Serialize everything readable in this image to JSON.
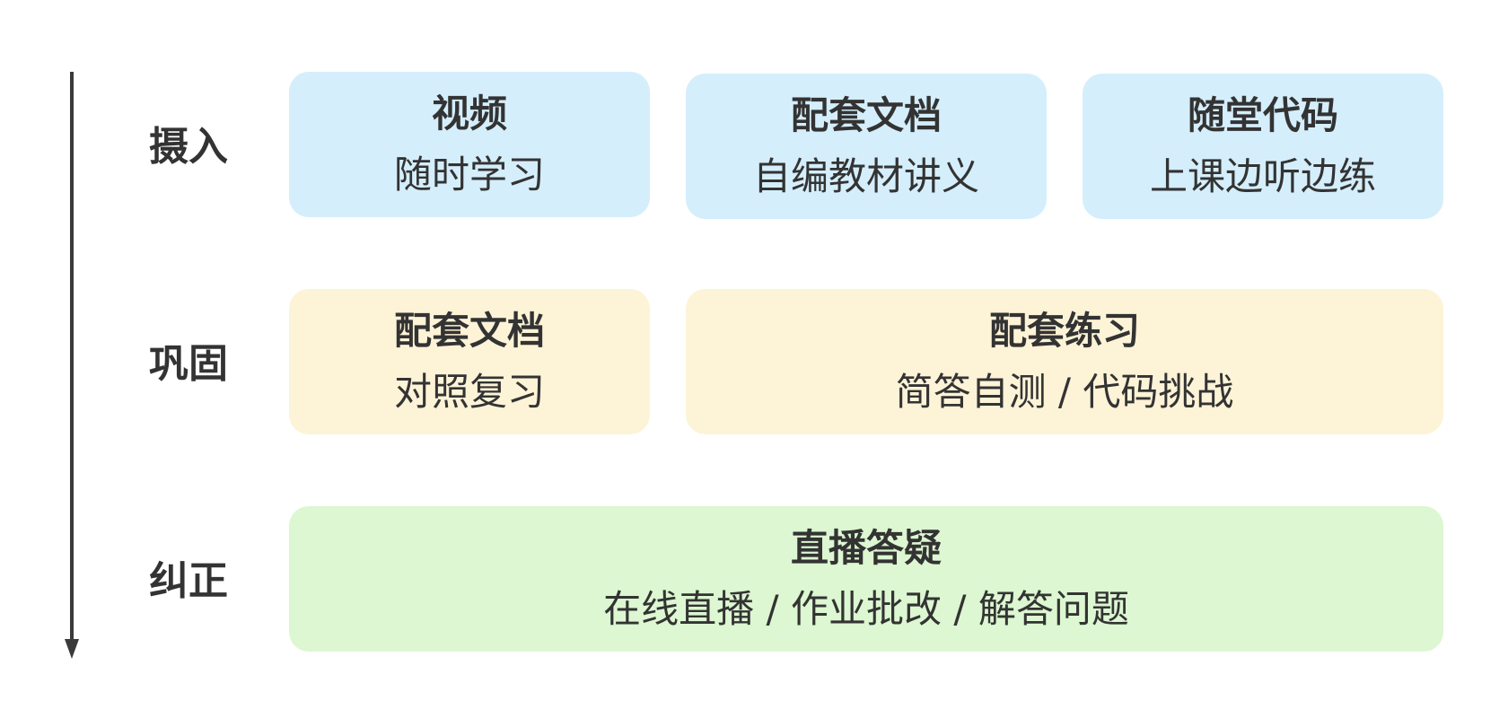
{
  "stages": [
    {
      "label": "摄入",
      "color": "#d5eefc",
      "cards": [
        {
          "title": "视频",
          "desc": "随时学习"
        },
        {
          "title": "配套文档",
          "desc": "自编教材讲义"
        },
        {
          "title": "随堂代码",
          "desc": "上课边听边练"
        }
      ]
    },
    {
      "label": "巩固",
      "color": "#fdf3d7",
      "cards": [
        {
          "title": "配套文档",
          "desc": "对照复习"
        },
        {
          "title": "配套练习",
          "desc": "简答自测 / 代码挑战"
        }
      ]
    },
    {
      "label": "纠正",
      "color": "#dcf7d1",
      "cards": [
        {
          "title": "直播答疑",
          "desc": "在线直播 / 作业批改 / 解答问题"
        }
      ]
    }
  ],
  "flow": {
    "direction": "down",
    "line_color": "#3a3a3a"
  }
}
